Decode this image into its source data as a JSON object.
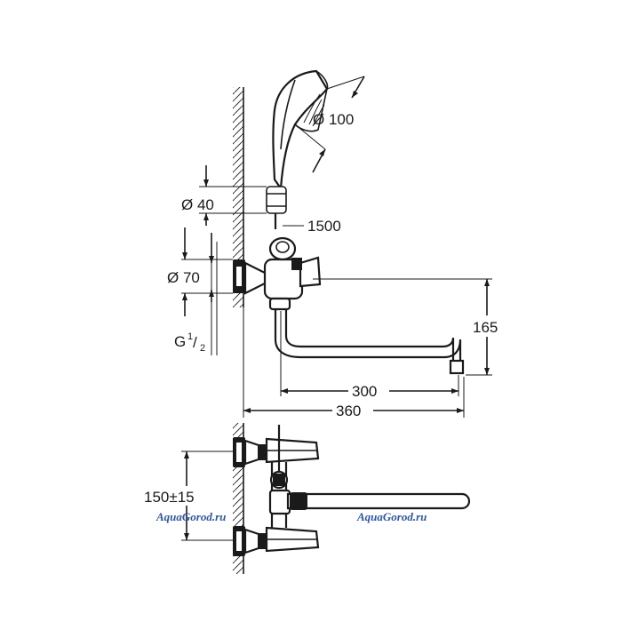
{
  "dimensions": {
    "shower_head_diameter": "Ø 100",
    "holder_diameter": "Ø 40",
    "hose_length": "1500",
    "body_diameter": "Ø 70",
    "thread_prefix": "G",
    "thread_num": "1",
    "thread_den": "2",
    "spout_height": "165",
    "spout_reach": "300",
    "total_length": "360",
    "inlet_distance": "150±15"
  },
  "watermarks": {
    "left": "AquaGorod.ru",
    "right": "AquaGorod.ru"
  },
  "colors": {
    "lines": "#1a1a1a",
    "watermark": "#2f56a6"
  }
}
